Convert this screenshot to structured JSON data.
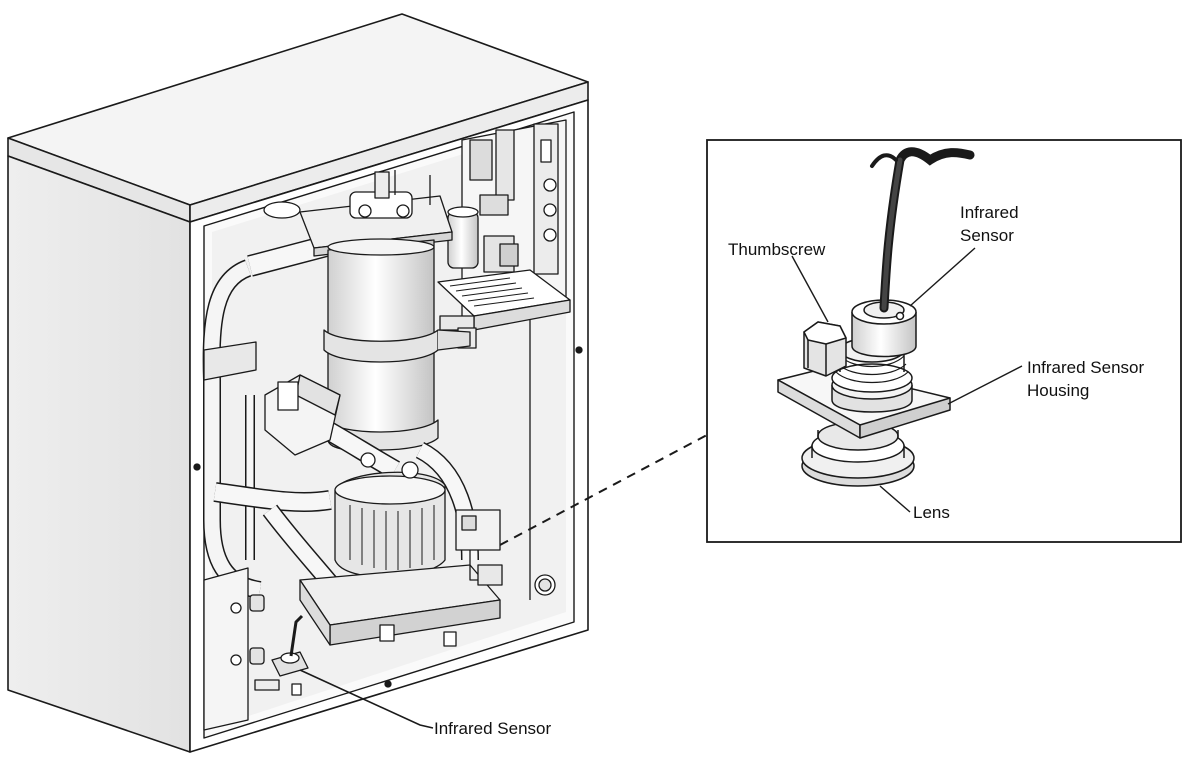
{
  "labels": {
    "thumbscrew": "Thumbscrew",
    "infrared_sensor_detail_line1": "Infrared",
    "infrared_sensor_detail_line2": "Sensor",
    "housing_line1": "Infrared Sensor",
    "housing_line2": "Housing",
    "lens": "Lens",
    "infrared_sensor_main": "Infrared Sensor"
  },
  "colors": {
    "line": "#1a1a1a",
    "fill_light": "#f3f3f3",
    "fill_mid": "#d9d9d9",
    "fill_dark": "#9a9a9a",
    "background": "#ffffff"
  }
}
